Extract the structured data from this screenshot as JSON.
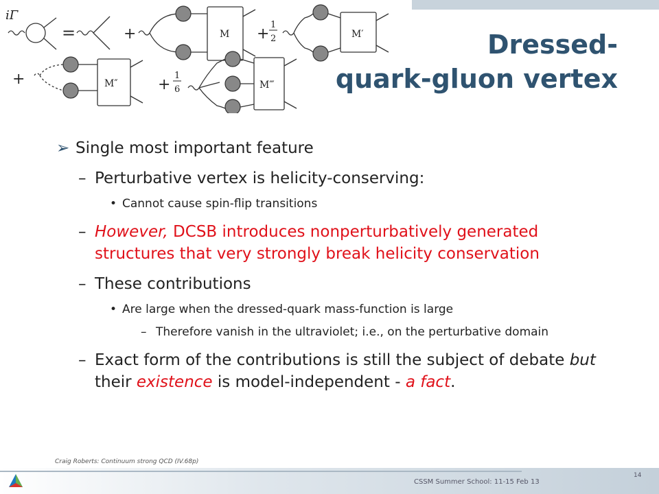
{
  "title": {
    "line1": "Dressed-",
    "line2": "quark-gluon vertex"
  },
  "diagram": {
    "lhs_label": "iΓ",
    "equals": "=",
    "plus": "+",
    "half": "1",
    "half_den": "2",
    "sixth": "1",
    "sixth_den": "6",
    "box_m": "M",
    "box_m1": "M′",
    "box_m2": "M″",
    "box_m3": "M‴"
  },
  "bullets": {
    "b1": "Single most important feature",
    "s1": "Perturbative vertex is helicity-conserving:",
    "s1a": "Cannot cause spin-flip transitions",
    "s2_italic": "However,",
    "s2_rest": " DCSB introduces nonperturbatively generated structures that very strongly break helicity conservation",
    "s3": "These contributions",
    "s3a": "Are large when the dressed-quark mass-function is large",
    "s3a1": "Therefore vanish in the ultraviolet; i.e., on the perturbative domain",
    "s4_a": "Exact form of the contributions is still the subject of debate ",
    "s4_but": "but",
    "s4_b": " their ",
    "s4_existence": "existence",
    "s4_c": " is model-independent  - ",
    "s4_fact": "a fact",
    "s4_end": "."
  },
  "markers": {
    "arrow": "➢",
    "dash": "–",
    "dot": "•"
  },
  "footer": {
    "credit": "Craig Roberts: Continuum strong QCD (IV.68p)",
    "event": "CSSM Summer School: 11-15 Feb 13",
    "page": "14"
  },
  "colors": {
    "title": "#2f5370",
    "accent_red": "#e0111a"
  }
}
